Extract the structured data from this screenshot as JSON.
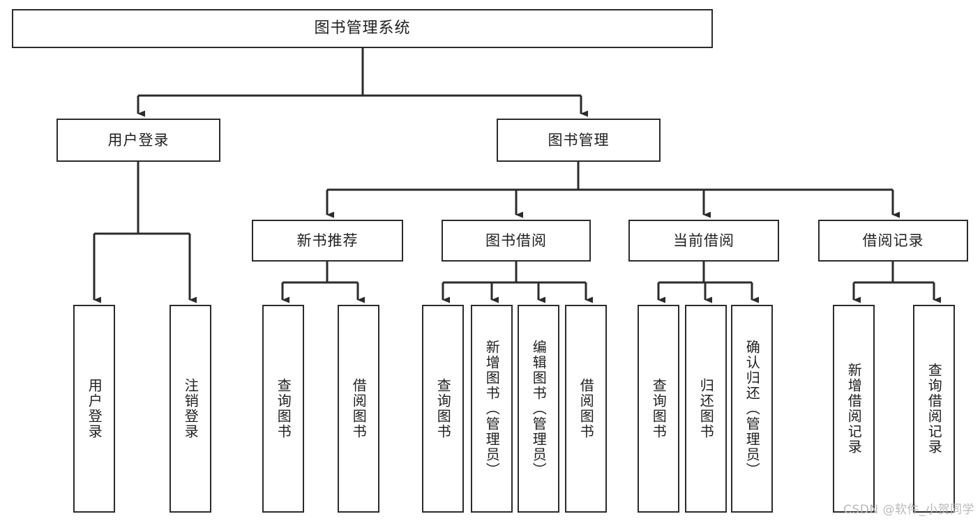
{
  "diagram": {
    "title": "图书管理系统",
    "type": "tree-hierarchy",
    "root": {
      "label": "图书管理系统"
    },
    "level2": [
      {
        "label": "用户登录"
      },
      {
        "label": "图书管理"
      }
    ],
    "level3": [
      {
        "label": "新书推荐"
      },
      {
        "label": "图书借阅"
      },
      {
        "label": "当前借阅"
      },
      {
        "label": "借阅记录"
      }
    ],
    "leaves": {
      "user_login": [
        {
          "label": "用户登录"
        },
        {
          "label": "注销登录"
        }
      ],
      "new_book_recommend": [
        {
          "label": "查询图书"
        },
        {
          "label": "借阅图书"
        }
      ],
      "book_borrow": [
        {
          "label": "查询图书"
        },
        {
          "label": "新增图书（管理员）"
        },
        {
          "label": "编辑图书（管理员）"
        },
        {
          "label": "借阅图书"
        }
      ],
      "current_borrow": [
        {
          "label": "查询图书"
        },
        {
          "label": "归还图书"
        },
        {
          "label": "确认归还（管理员）"
        }
      ],
      "borrow_record": [
        {
          "label": "新增借阅记录"
        },
        {
          "label": "查询借阅记录"
        }
      ]
    }
  },
  "watermark": {
    "text": "CSDN @软件_小贺同学"
  },
  "colors": {
    "border": "#2b2b2b",
    "background": "#ffffff",
    "text": "#1f1f1f",
    "watermark": "#b9b9b9"
  }
}
